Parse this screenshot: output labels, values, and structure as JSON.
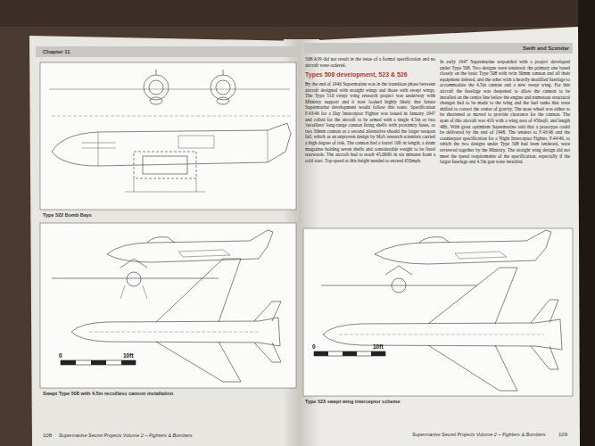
{
  "diagram": {
    "title": "Types 508 development, 523 & 526",
    "labels": [
      "Chapter 11",
      "Swift and Scimitar",
      "508/A39 did not result in the issue of a formal specification and no aircraft were ordered.",
      "By the end of 1946 Supermarine was in the transition phase between aircraft designed with straight wings and those with swept wings. The Type 510 swept wing research project was underway with Ministry support and it now looked highly likely that future Supermarine development would follow this route. Specification F.43/46 for a Day Interceptor Fighter was issued in January 1947 and called for the aircraft to be armed with a single 4.5in or two 'recoilless' long-range cannon firing shells with proximity fuses, or two 30mm cannon as a second alternative should the larger weapon fail, which as an unproven design by MoS research scientists carried a high degree of risk. The cannon had a barrel 10ft in length, a drum magazine holding seven shells and considerable weight to be fixed rearwards. The aircraft had to reach 45,000ft in six minutes from a cold start. Top speed at this height needed to exceed 650mph.",
      "In early 1947 Supermarine responded with a project developed under Type 508. Two designs were tendered; the primary one based closely on the basic Type 508 with twin 30mm cannon and all their equipment deleted, and the other with a heavily modified fuselage to accommodate the 4.5in cannon and a new swept wing. For this aircraft the fuselage was deepened to allow the cannon to be installed on the centre line below the engine and numerous structural changes had to be made to the wing and the fuel tanks that were shifted to correct the centre of gravity. The nose wheel was either to be shortened or moved to provide clearance for the cannon. The span of this aircraft was 41ft with a wing area of 450sqft, and length 48ft. With great optimism Supermarine said that a prototype could be delivered by the end of 1948. The tenders to F.43/46 and the counterpart specification for a Night Interceptor Fighter, F.44/46, to which the two designs under Type 508 had been tendered, were reviewed together by the Ministry. The straight wing design did not meet the speed requirements of the specification, especially if the larger fuselage and 4.5in gun were installed.",
      "0",
      "10ft",
      "0",
      "10ft",
      "Type 522 Bomb Bays",
      "Swept Type 508 with 4.5in recoilless cannon installation",
      "Type 523 swept wing interceptor scheme",
      "108",
      "Supermarine Secret Projects Volume 2 – Fighters & Bombers",
      "Supermarine Secret Projects Volume 2 – Fighters & Bombers",
      "109"
    ]
  }
}
